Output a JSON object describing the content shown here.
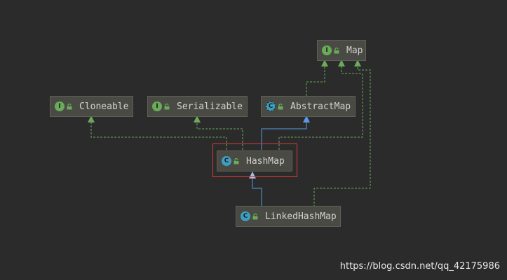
{
  "colors": {
    "background": "#2b2b2b",
    "node_fill": "#4a4a44",
    "interface_badge": "#6aab59",
    "class_badge": "#3d9fc0",
    "implements_edge": "#6aab59",
    "extends_edge": "#5b98e6",
    "selection_border": "#d43b36"
  },
  "nodes": {
    "map": {
      "label": "Map",
      "kind": "interface",
      "badge": "I"
    },
    "cloneable": {
      "label": "Cloneable",
      "kind": "interface",
      "badge": "I"
    },
    "serializable": {
      "label": "Serializable",
      "kind": "interface",
      "badge": "I"
    },
    "abstractmap": {
      "label": "AbstractMap",
      "kind": "abstract-class",
      "badge": "C"
    },
    "hashmap": {
      "label": "HashMap",
      "kind": "class",
      "badge": "C",
      "selected": true
    },
    "linkedhashmap": {
      "label": "LinkedHashMap",
      "kind": "class",
      "badge": "C"
    }
  },
  "edges": [
    {
      "from": "AbstractMap",
      "to": "Map",
      "type": "implements"
    },
    {
      "from": "HashMap",
      "to": "Map",
      "type": "implements"
    },
    {
      "from": "LinkedHashMap",
      "to": "Map",
      "type": "implements"
    },
    {
      "from": "HashMap",
      "to": "Cloneable",
      "type": "implements"
    },
    {
      "from": "HashMap",
      "to": "Serializable",
      "type": "implements"
    },
    {
      "from": "HashMap",
      "to": "AbstractMap",
      "type": "extends"
    },
    {
      "from": "LinkedHashMap",
      "to": "HashMap",
      "type": "extends"
    }
  ],
  "watermark": "https://blog.csdn.net/qq_42175986"
}
